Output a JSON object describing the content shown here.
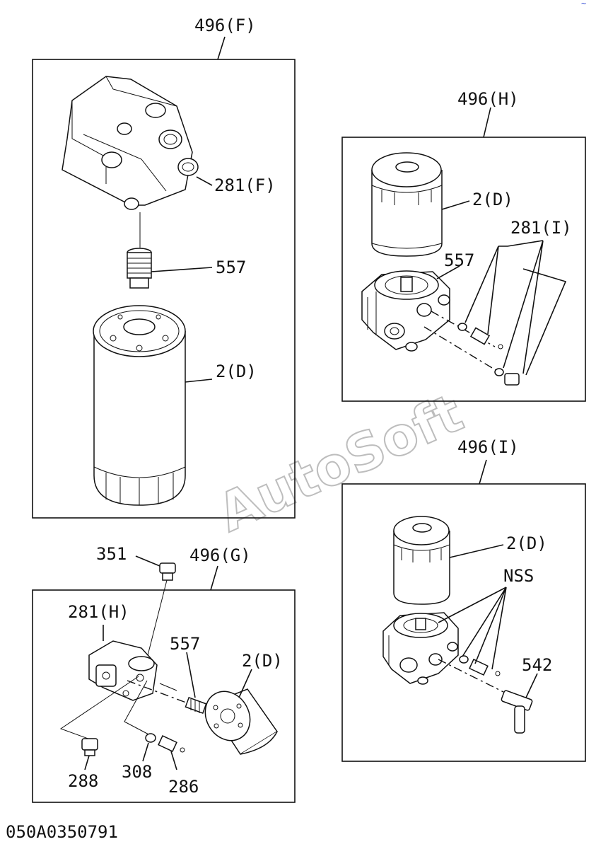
{
  "groups": {
    "f": {
      "label": "496(F)"
    },
    "h": {
      "label": "496(H)"
    },
    "g": {
      "label": "496(G)"
    },
    "i": {
      "label": "496(I)"
    }
  },
  "callouts": {
    "f_head": "281(F)",
    "f_nipple": "557",
    "f_filter": "2(D)",
    "h_filter": "2(D)",
    "h_plugs": "281(I)",
    "h_nipple": "557",
    "g_bolt": "351",
    "g_head": "281(H)",
    "g_nipple": "557",
    "g_filter": "2(D)",
    "g_plug": "288",
    "g_ring": "308",
    "g_sensor": "286",
    "i_filter": "2(D)",
    "i_nss": "NSS",
    "i_elbow": "542"
  },
  "drawing_code": "050A0350791",
  "watermark": "AutoSoft",
  "corner_mark": "~"
}
